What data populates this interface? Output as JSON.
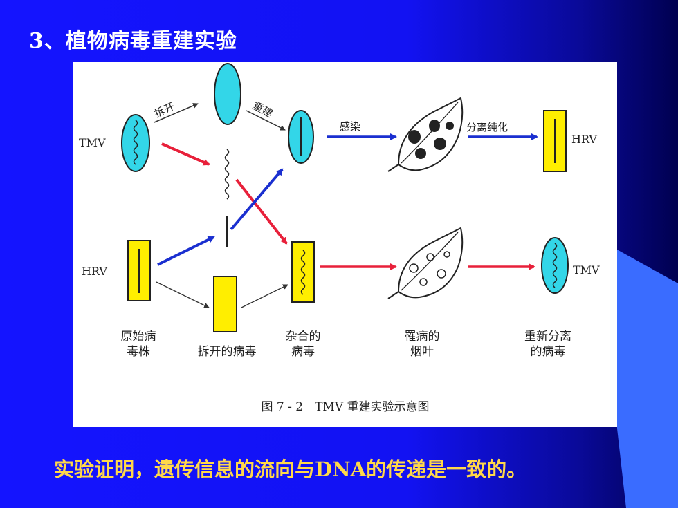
{
  "slide": {
    "title": "3、植物病毒重建实验",
    "conclusion": "实验证明，遗传信息的流向与DNA的传递是一致的。"
  },
  "figure": {
    "caption": "图 7 - 2　TMV 重建实验示意图",
    "labels": {
      "tmv_left": "TMV",
      "hrv_left": "HRV",
      "hrv_right": "HRV",
      "tmv_right": "TMV",
      "chaikai": "拆开",
      "chongjian": "重建",
      "ganran": "感染",
      "fenli": "分离纯化"
    },
    "stages": {
      "original_line1": "原始病",
      "original_line2": "毒株",
      "split": "拆开的病毒",
      "hybrid_line1": "杂合的",
      "hybrid_line2": "病毒",
      "leaf_line1": "罹病的",
      "leaf_line2": "烟叶",
      "new_line1": "重新分离",
      "new_line2": "的病毒"
    },
    "colors": {
      "tmv_fill": "#33d6e8",
      "hrv_fill": "#ffee00",
      "arrow_blue": "#1a2fd0",
      "arrow_red": "#e8203a"
    }
  }
}
